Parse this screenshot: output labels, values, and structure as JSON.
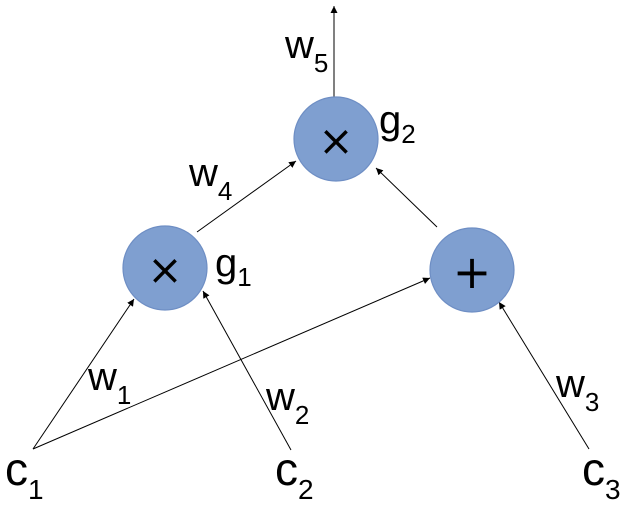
{
  "nodes": {
    "mult_left": {
      "operator": "×",
      "label": "g",
      "subscript": "1",
      "color": "#7f9fd0"
    },
    "mult_top": {
      "operator": "×",
      "label": "g",
      "subscript": "2",
      "color": "#7f9fd0"
    },
    "add_right": {
      "operator": "+",
      "color": "#7f9fd0"
    }
  },
  "inputs": [
    {
      "label": "c",
      "subscript": "1"
    },
    {
      "label": "c",
      "subscript": "2"
    },
    {
      "label": "c",
      "subscript": "3"
    }
  ],
  "weights": {
    "w1": {
      "label": "w",
      "subscript": "1"
    },
    "w2": {
      "label": "w",
      "subscript": "2"
    },
    "w3": {
      "label": "w",
      "subscript": "3"
    },
    "w4": {
      "label": "w",
      "subscript": "4"
    },
    "w5": {
      "label": "w",
      "subscript": "5"
    }
  }
}
